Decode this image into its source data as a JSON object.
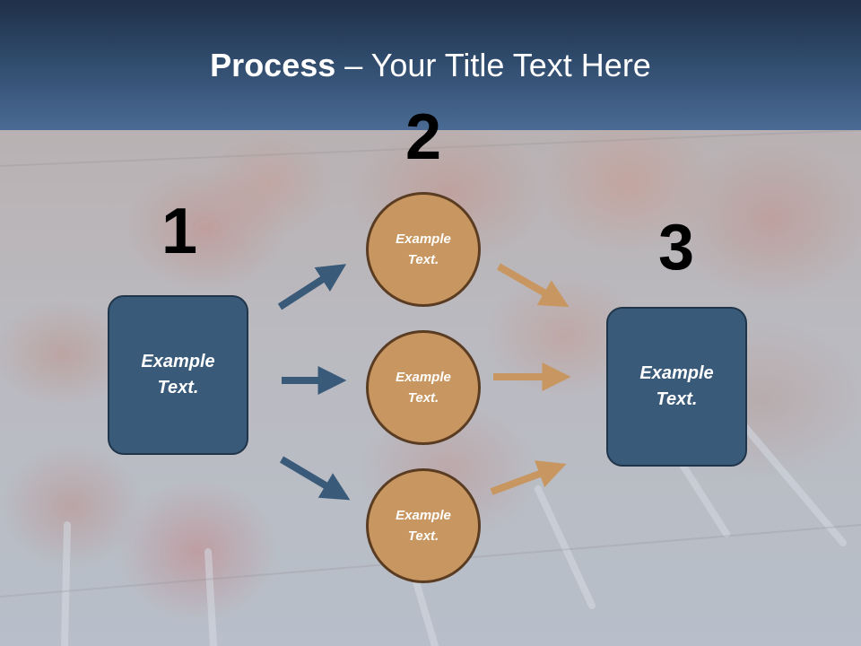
{
  "header": {
    "title_bold": "Process",
    "title_rest": " – Your Title Text Here"
  },
  "diagram": {
    "step_numbers": [
      "1",
      "2",
      "3"
    ],
    "left_box": {
      "text": "Example\nText."
    },
    "right_box": {
      "text": "Example\nText."
    },
    "circles": [
      {
        "text": "Example\nText."
      },
      {
        "text": "Example\nText."
      },
      {
        "text": "Example\nText."
      }
    ]
  },
  "colors": {
    "header_dark": "#1f3048",
    "header_light": "#4a6b94",
    "box_fill": "#3a5a7a",
    "box_border": "#203549",
    "circle_fill": "#c89660",
    "circle_border": "#5a3c22",
    "arrow_blue": "#3a5a7a",
    "arrow_orange": "#c89660"
  }
}
